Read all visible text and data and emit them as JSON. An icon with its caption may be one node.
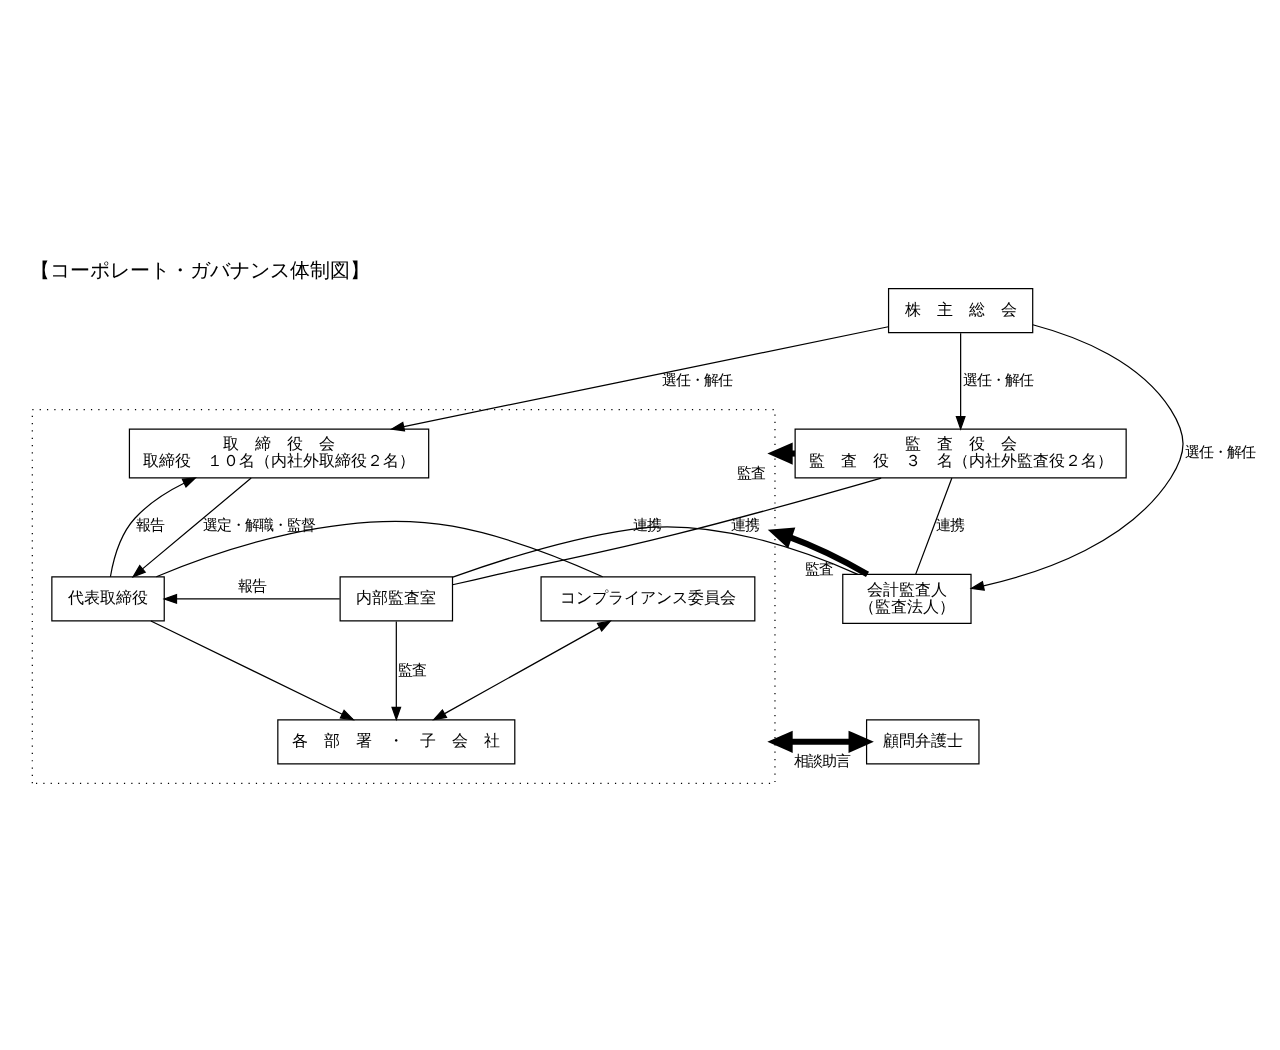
{
  "diagram": {
    "title": "【コーポレート・ガバナンス体制図】",
    "nodes": [
      {
        "text": [
          "株　主　総　会"
        ]
      },
      {
        "text": [
          "監　査　役　会",
          "監　査　役　３　名（内社外監査役２名）"
        ]
      },
      {
        "text": [
          "会計監査人",
          "（監査法人）"
        ]
      },
      {
        "text": [
          "顧問弁護士"
        ]
      },
      {
        "text": [],
        "shape": "box"
      },
      {
        "text": [
          "取　締　役　会",
          "取締役　１０名（内社外取締役２名）"
        ],
        "in": 4
      },
      {
        "text": [
          "内部監査室"
        ],
        "in": 4
      },
      {
        "text": [
          "代表取締役"
        ],
        "in": 4
      },
      {
        "text": [
          "コンプライアンス委員会"
        ],
        "in": 4
      },
      {
        "text": [
          "各　部　署　・　子　会　社"
        ],
        "in": 4
      }
    ],
    "edges": [
      {
        "from": 0,
        "to": 2,
        "arrow": "to",
        "label": "選任・解任"
      },
      {
        "from": 0,
        "to": 1,
        "arrow": "to",
        "label": "選任・解任"
      },
      {
        "from": 0,
        "to": 5,
        "arrow": "to",
        "label": "選任・解任"
      },
      {
        "from": 1,
        "to": 4,
        "arrow": "to",
        "label": "監査",
        "style": "thick"
      },
      {
        "from": 1,
        "to": 6,
        "arrow": "none",
        "label": "連携"
      },
      {
        "from": 1,
        "to": 2,
        "arrow": "none",
        "label": "連携"
      },
      {
        "from": 2,
        "to": 6,
        "arrow": "none",
        "label": "連携"
      },
      {
        "from": 2,
        "to": 4,
        "arrow": "to",
        "label": "監査",
        "style": "thick"
      },
      {
        "from": 3,
        "to": 4,
        "arrow": "both",
        "label": "相談助言",
        "style": "thick"
      },
      {
        "from": 7,
        "to": 5,
        "arrow": "to",
        "label": "報告"
      },
      {
        "from": 5,
        "to": 7,
        "arrow": "to",
        "label": "選定・解職・監督"
      },
      {
        "from": 6,
        "to": 7,
        "arrow": "to",
        "label": "報告"
      },
      {
        "from": 7,
        "to": 8,
        "arrow": "none"
      },
      {
        "from": 6,
        "to": 9,
        "arrow": "to",
        "label": "監査"
      },
      {
        "from": 7,
        "to": 9,
        "arrow": "to"
      },
      {
        "from": 8,
        "to": 9,
        "arrow": "both"
      }
    ]
  }
}
